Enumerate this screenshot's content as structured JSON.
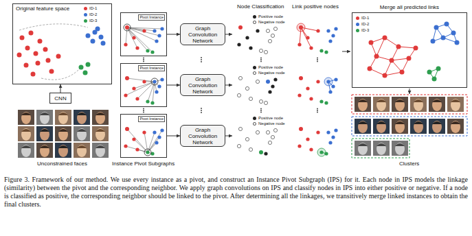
{
  "diagram": {
    "caption": "Figure 3. Framework of our method. We use every instance as a pivot, and construct an Instance Pivot Subgraph (IPS) for it. Each node in IPS models the linkage (similarity) between the pivot and the corresponding neighbor. We apply graph convolutions on IPS and classify nodes in IPS into either positive or negative. If a node is classified as positive, the corresponding neighbor should be linked to the pivot. After determining all the linkages, we transitively merge linked instances to obtain the final clusters.",
    "nodes": [
      {
        "text": [
          "Original feature space"
        ]
      },
      {
        "text": [
          "CNN"
        ]
      },
      {
        "text": [
          "Pivot Instance"
        ]
      },
      {
        "text": [
          "Pivot Instance"
        ]
      },
      {
        "text": [
          "Pivot Instance"
        ]
      },
      {
        "text": [
          "Graph Convolution Network"
        ]
      },
      {
        "text": [
          "Graph Convolution Network"
        ]
      },
      {
        "text": [
          "Graph Convolution Network"
        ]
      },
      {
        "text": [
          "Merge all predicted links"
        ]
      }
    ],
    "edges": [
      {
        "from": 1,
        "to": 0,
        "arrow": "to"
      },
      {
        "from": 2,
        "to": 5,
        "arrow": "to"
      },
      {
        "from": 3,
        "to": 6,
        "arrow": "to"
      },
      {
        "from": 4,
        "to": 7,
        "arrow": "to"
      }
    ],
    "labels": [
      "Node Classification",
      "Link positive nodes",
      "Unconstrained faces",
      "Instance Pivot Subgraphs",
      "Clusters"
    ],
    "legend": [
      {
        "text": "ID-1",
        "color": "#e03a3a"
      },
      {
        "text": "ID-2",
        "color": "#3b6fd0"
      },
      {
        "text": "ID-3",
        "color": "#2e9e4f"
      },
      {
        "text": "Positive node"
      },
      {
        "text": "Negative node"
      },
      {
        "text": "Positive node"
      },
      {
        "text": "Negative node"
      },
      {
        "text": "Positive node"
      },
      {
        "text": "Negative node"
      },
      {
        "text": "ID-1",
        "color": "#e03a3a"
      },
      {
        "text": "ID-2",
        "color": "#3b6fd0"
      },
      {
        "text": "ID-3",
        "color": "#2e9e4f"
      }
    ]
  }
}
